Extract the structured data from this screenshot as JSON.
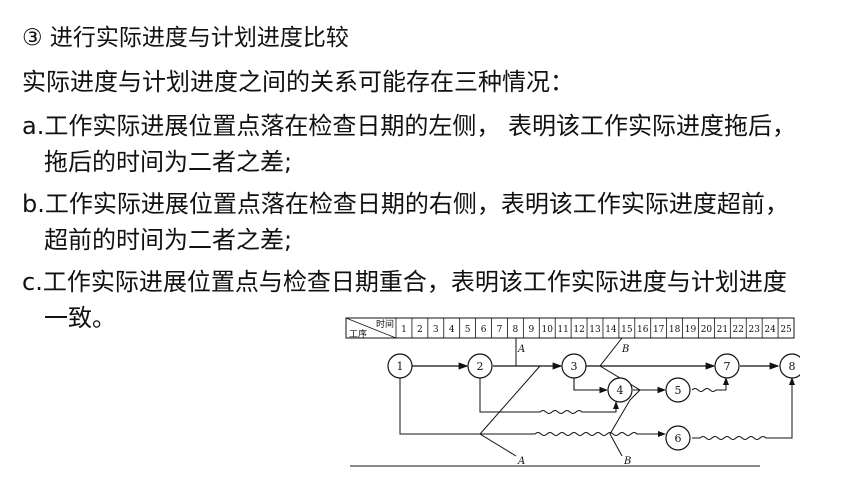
{
  "text": {
    "heading": "③ 进行实际进度与计划进度比较",
    "intro": "实际进度与计划进度之间的关系可能存在三种情况：",
    "case_a_line1": "a.工作实际进展位置点落在检查日期的左侧， 表明该工作实际进度拖后，",
    "case_a_line2": "拖后的时间为二者之差;",
    "case_b_line1": "b.工作实际进展位置点落在检查日期的右侧，表明该工作实际进度超前，",
    "case_b_line2": "超前的时间为二者之差;",
    "case_c_line1": "c.工作实际进展位置点与检查日期重合，表明该工作实际进度与计划进度",
    "case_c_line2": "一致。"
  },
  "diagram": {
    "header_time": "时间",
    "header_process": "工序",
    "time_scale": [
      "1",
      "2",
      "3",
      "4",
      "5",
      "6",
      "7",
      "8",
      "9",
      "10",
      "11",
      "12",
      "13",
      "14",
      "15",
      "16",
      "17",
      "18",
      "19",
      "20",
      "21",
      "22",
      "23",
      "24",
      "25"
    ],
    "nodes": [
      "1",
      "2",
      "3",
      "4",
      "5",
      "6",
      "7",
      "8"
    ],
    "check_line_labels": [
      "A",
      "B"
    ]
  }
}
